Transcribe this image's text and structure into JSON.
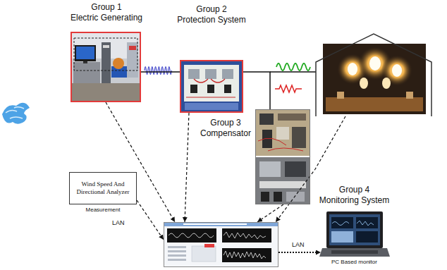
{
  "diagram": {
    "nodes": [
      {
        "text": [
          "Group 1",
          "Electric Generating"
        ]
      },
      {
        "text": [
          "Group 2",
          "Protection System"
        ]
      },
      {
        "text": [
          "Group 3",
          "Compensator"
        ]
      },
      {
        "text": [
          "Wind Speed And Directional Analyzer",
          "Measurement"
        ]
      },
      {
        "text": []
      },
      {
        "text": [
          "Group 4",
          "Monitoring System",
          "PC Based monitor"
        ]
      }
    ],
    "edges": [
      {
        "from": 0,
        "to": 1,
        "arrow": "none"
      },
      {
        "from": 1,
        "to": 2,
        "arrow": "none"
      },
      {
        "from": 0,
        "to": 4,
        "arrow": "to"
      },
      {
        "from": 1,
        "to": 4,
        "arrow": "to"
      },
      {
        "from": 2,
        "to": 4,
        "arrow": "to"
      },
      {
        "from": 3,
        "to": 4,
        "label": "LAN",
        "arrow": "to"
      },
      {
        "from": 4,
        "to": 5,
        "label": "LAN",
        "arrow": "to"
      }
    ]
  }
}
